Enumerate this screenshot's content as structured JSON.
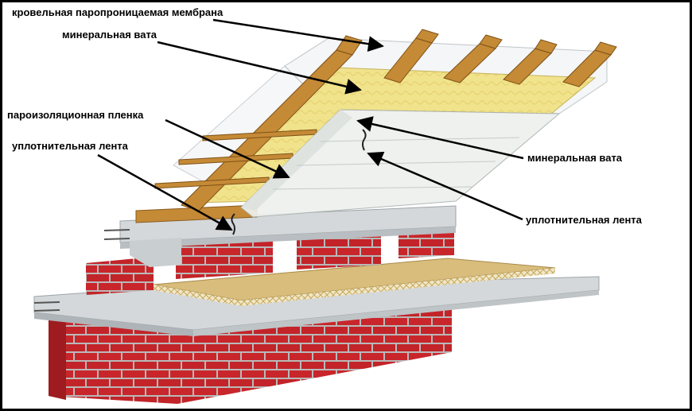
{
  "labels": {
    "roof_membrane": "кровельная паропроницаемая мембрана",
    "mineral_wool_top": "минеральная вата",
    "vapor_film": "пароизоляционная пленка",
    "sealing_tape_left": "уплотнительная лента",
    "mineral_wool_right": "минеральная вата",
    "sealing_tape_right": "уплотнительная лента"
  },
  "colors": {
    "brick": "#c8262b",
    "mortar": "#b9b9b9",
    "concrete": "#d4d8da",
    "wood": "#c58a36",
    "wool": "#f1e38c",
    "osb": "#d9bd7c",
    "film": "#eef0ee",
    "membrane": "#f3f5f6"
  }
}
